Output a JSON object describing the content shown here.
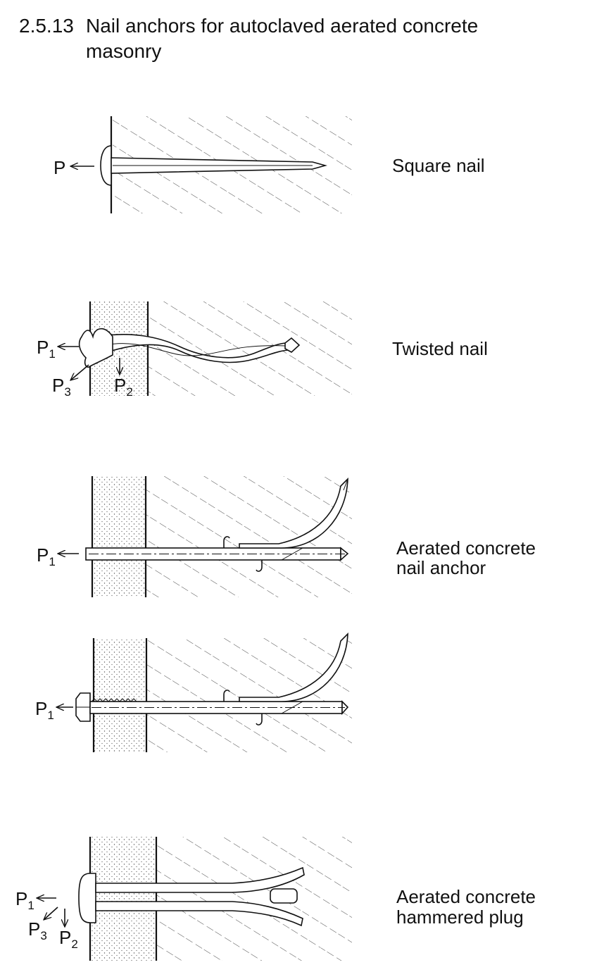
{
  "header": {
    "section_number": "2.5.13",
    "title_line1": "Nail anchors for autoclaved aerated concrete",
    "title_line2": "masonry"
  },
  "figures": {
    "square_nail": {
      "caption": "Square nail",
      "force_label": "P"
    },
    "twisted_nail": {
      "caption": "Twisted nail",
      "force_label_base": "P",
      "subscripts": [
        "1",
        "2",
        "3"
      ]
    },
    "nail_anchor": {
      "caption_line1": "Aerated concrete",
      "caption_line2": "nail anchor",
      "force_label_base": "P",
      "subscript": "1"
    },
    "nail_anchor_bolt": {
      "force_label_base": "P",
      "subscript": "1"
    },
    "hammered_plug": {
      "caption_line1": "Aerated concrete",
      "caption_line2": "hammered plug",
      "force_label_base": "P",
      "subscripts": [
        "1",
        "2",
        "3"
      ]
    }
  },
  "colors": {
    "ink": "#111111",
    "paper": "#ffffff"
  }
}
